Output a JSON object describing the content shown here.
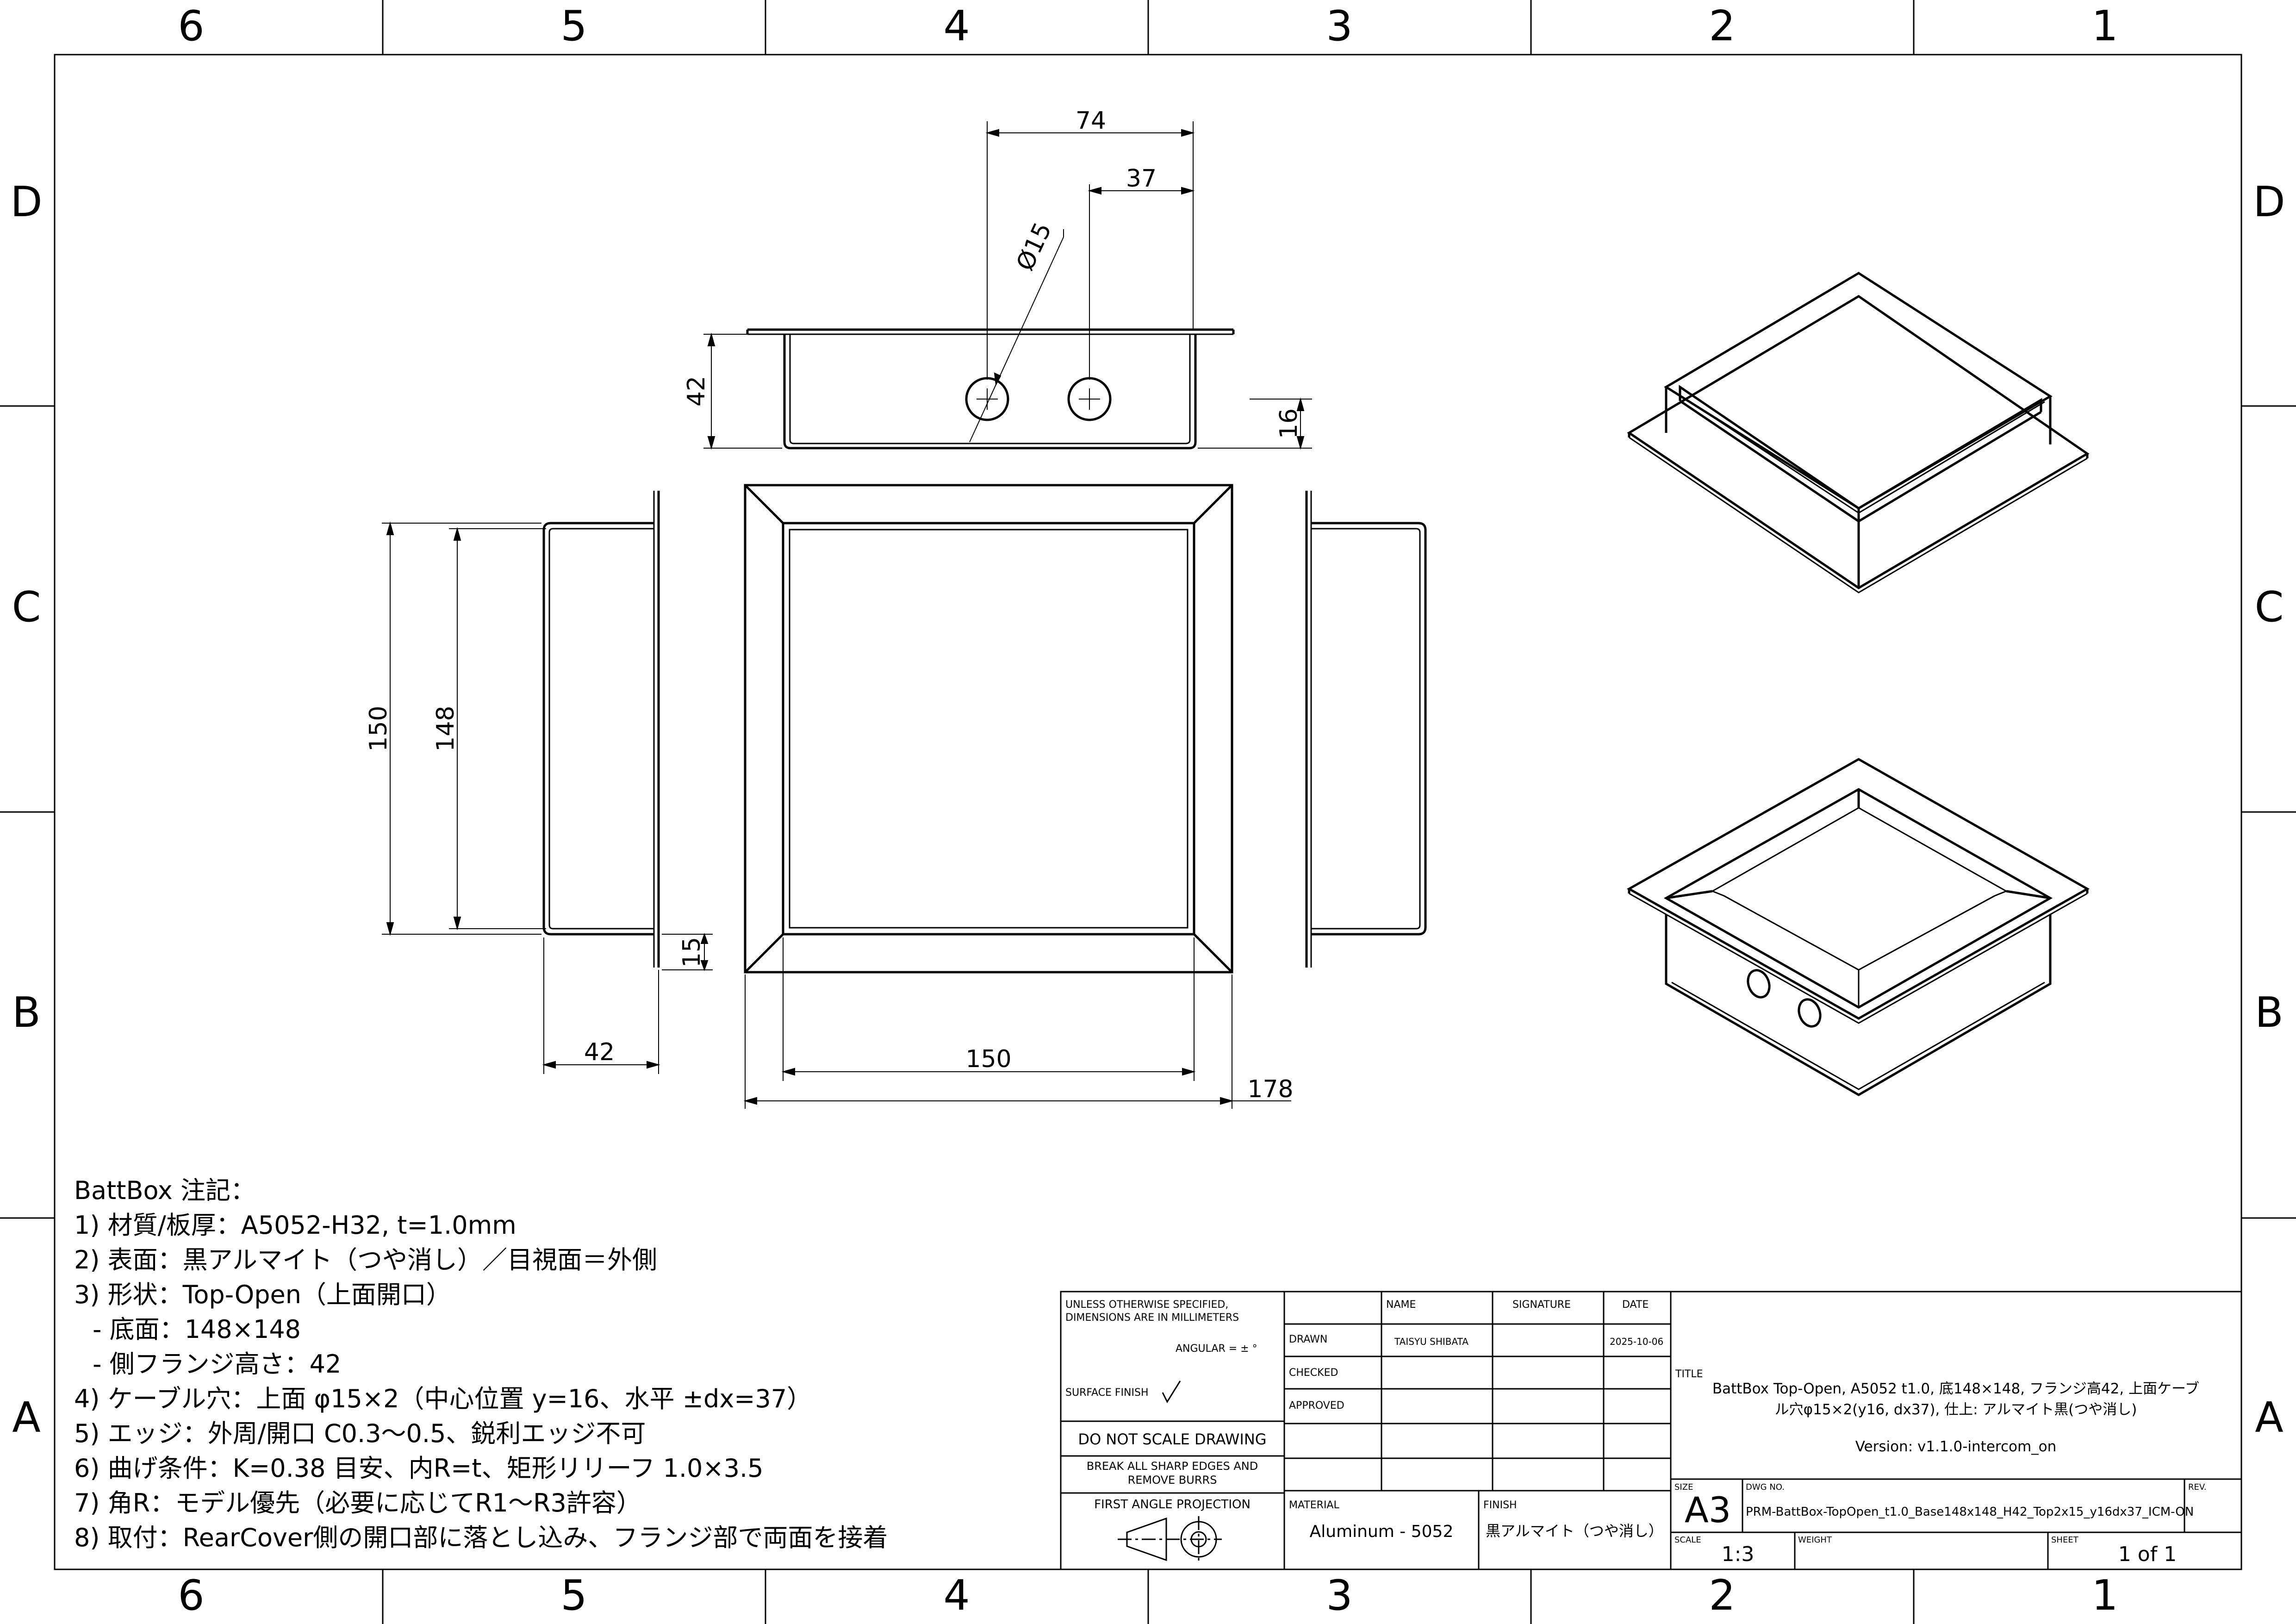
{
  "zones": {
    "columns": [
      "6",
      "5",
      "4",
      "3",
      "2",
      "1"
    ],
    "rows": [
      "D",
      "C",
      "B",
      "A"
    ]
  },
  "dimensions": {
    "front_width_74": "74",
    "front_offset_37": "37",
    "hole_dia": "Ø15",
    "front_height_42": "42",
    "hole_y_16": "16",
    "left_150": "150",
    "left_148": "148",
    "flange_15": "15",
    "side_depth_42": "42",
    "bottom_150": "150",
    "overall_178": "178"
  },
  "notes": {
    "title": "BattBox 注記：",
    "lines": [
      "1) 材質/板厚：A5052-H32, t=1.0mm",
      "2) 表面：黒アルマイト（つや消し）／目視面＝外側",
      "3) 形状：Top-Open（上面開口）",
      "  - 底面：148×148",
      "  - 側フランジ高さ：42",
      "4) ケーブル穴：上面 φ15×2（中心位置 y=16、水平 ±dx=37）",
      "5) エッジ：外周/開口 C0.3〜0.5、鋭利エッジ不可",
      "6) 曲げ条件：K=0.38 目安、内R=t、矩形リリーフ 1.0×3.5",
      "7) 角R：モデル優先（必要に応じてR1〜R3許容）",
      "8) 取付：RearCover側の開口部に落とし込み、フランジ部で両面を接着"
    ]
  },
  "title_block": {
    "tolerance_line1": "UNLESS OTHERWISE SPECIFIED,",
    "tolerance_line2": "DIMENSIONS ARE IN MILLIMETERS",
    "angular": "ANGULAR = ± °",
    "surface_finish": "SURFACE FINISH",
    "do_not_scale": "DO NOT SCALE DRAWING",
    "break_edges_1": "BREAK ALL SHARP EDGES AND",
    "break_edges_2": "REMOVE BURRS",
    "projection": "FIRST ANGLE PROJECTION",
    "col_name": "NAME",
    "col_signature": "SIGNATURE",
    "col_date": "DATE",
    "row_drawn": "DRAWN",
    "row_checked": "CHECKED",
    "row_approved": "APPROVED",
    "drawn_name": "TAISYU SHIBATA",
    "drawn_date": "2025-10-06",
    "material_label": "MATERIAL",
    "material_value": "Aluminum - 5052",
    "finish_label": "FINISH",
    "finish_value": "黒アルマイト（つや消し）",
    "title_label": "TITLE",
    "title_line1": "BattBox Top-Open, A5052 t1.0, 底148×148, フランジ高42, 上面ケーブ",
    "title_line2": "ル穴φ15×2(y16, dx37), 仕上: アルマイト黒(つや消し)",
    "version": "Version: v1.1.0-intercom_on",
    "size_label": "SIZE",
    "size_value": "A3",
    "dwg_label": "DWG NO.",
    "dwg_value": "PRM-BattBox-TopOpen_t1.0_Base148x148_H42_Top2x15_y16dx37_ICM-ON",
    "rev_label": "REV.",
    "scale_label": "SCALE",
    "scale_value": "1:3",
    "weight_label": "WEIGHT",
    "sheet_label": "SHEET",
    "sheet_value": "1 of 1"
  }
}
